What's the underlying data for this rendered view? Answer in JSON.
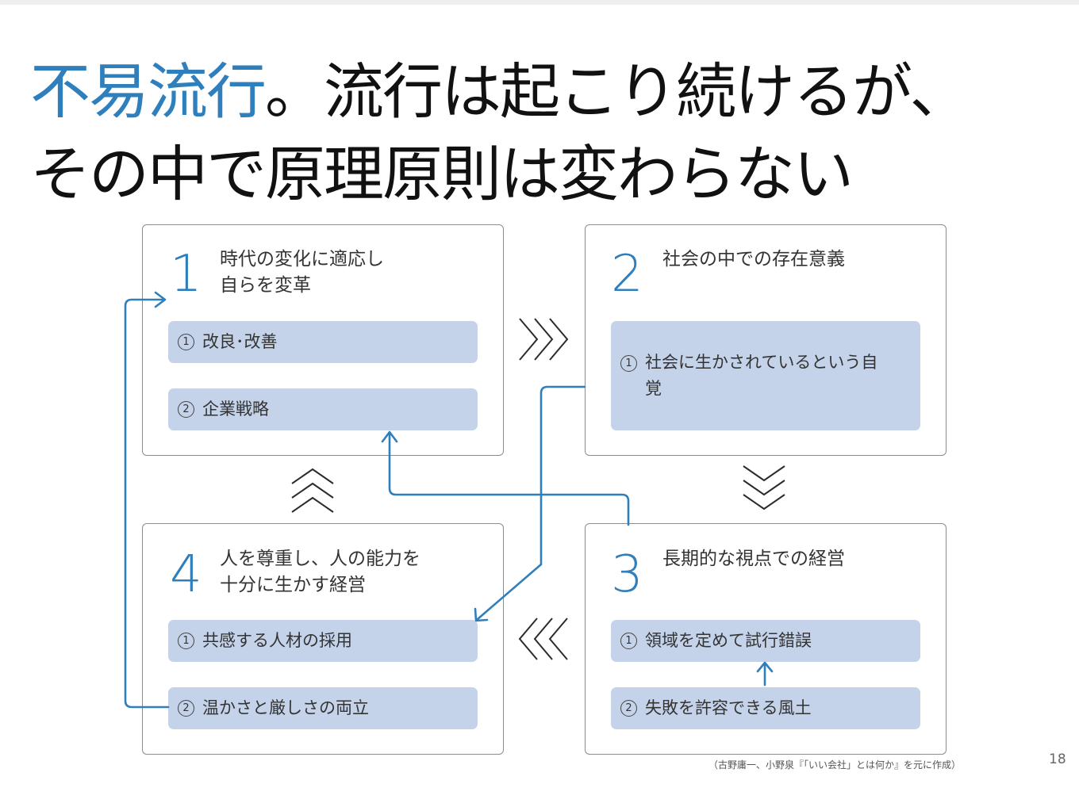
{
  "title": {
    "accent": "不易流行",
    "rest_line1": "。流行は起こり続けるが、",
    "line2": "その中で原理原則は変わらない"
  },
  "boxes": {
    "b1": {
      "number": "1",
      "heading_l1": "時代の変化に適応し",
      "heading_l2": "自らを変革",
      "items": [
        {
          "marker": "1",
          "label": "改良･改善"
        },
        {
          "marker": "2",
          "label": "企業戦略"
        }
      ]
    },
    "b2": {
      "number": "2",
      "heading_l1": "社会の中での存在意義",
      "items": [
        {
          "marker": "1",
          "label": "社会に生かされているという自覚"
        }
      ]
    },
    "b3": {
      "number": "3",
      "heading_l1": "長期的な視点での経営",
      "items": [
        {
          "marker": "1",
          "label": "領域を定めて試行錯誤"
        },
        {
          "marker": "2",
          "label": "失敗を許容できる風土"
        }
      ]
    },
    "b4": {
      "number": "4",
      "heading_l1": "人を尊重し、人の能力を",
      "heading_l2": "十分に生かす経営",
      "items": [
        {
          "marker": "1",
          "label": "共感する人材の採用"
        },
        {
          "marker": "2",
          "label": "温かさと厳しさの両立"
        }
      ]
    }
  },
  "colors": {
    "accent": "#2f7fbd",
    "item_fill": "#c4d3ea",
    "border": "#8c8c8c",
    "chevron": "#2b2b2b"
  },
  "source": "（古野庸一、小野泉『「いい会社」とは何か』を元に作成）",
  "page_number": "18"
}
